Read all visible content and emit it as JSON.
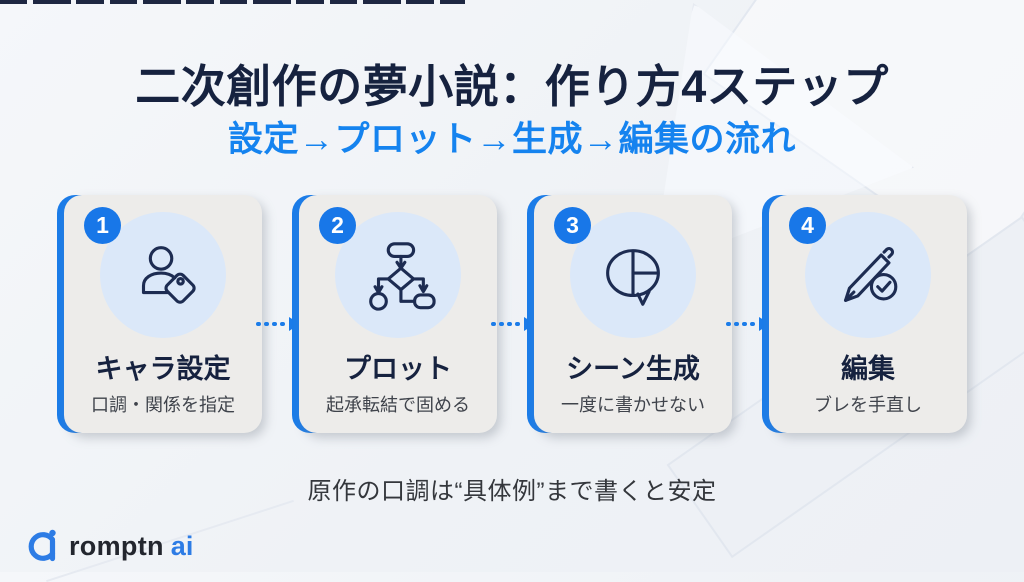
{
  "page": {
    "title": "二次創作の夢小説：作り方4ステップ",
    "subtitle": "設定→プロット→生成→編集の流れ",
    "note": "原作の口調は“具体例”まで書くと安定"
  },
  "steps": [
    {
      "number": "1",
      "title": "キャラ設定",
      "desc": "口調・関係を指定",
      "icon": "character-tag-icon"
    },
    {
      "number": "2",
      "title": "プロット",
      "desc": "起承転結で固める",
      "icon": "flowchart-icon"
    },
    {
      "number": "3",
      "title": "シーン生成",
      "desc": "一度に書かせない",
      "icon": "speech-bubble-pie-icon"
    },
    {
      "number": "4",
      "title": "編集",
      "desc": "ブレを手直し",
      "icon": "pen-check-icon"
    }
  ],
  "logo": {
    "text": "romptn",
    "suffix": "ai"
  },
  "colors": {
    "accent_blue": "#1b7ce9",
    "badge_blue": "#1877e8",
    "subtitle_blue": "#1583ef",
    "navy_text": "#16223f",
    "icon_stroke": "#1d2c52",
    "icon_circle_bg": "#dbe8f9",
    "card_bg": "#edecea",
    "page_bg": "#f1f3f6"
  }
}
